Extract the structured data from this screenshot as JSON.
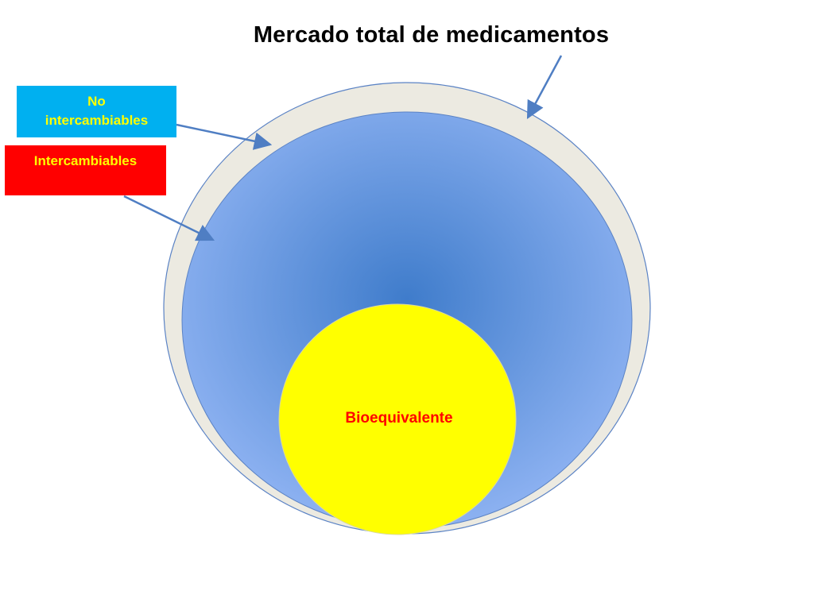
{
  "title": "Mercado total de medicamentos",
  "labels": {
    "no_intercambiables": {
      "line1": "No",
      "line2": "intercambiables"
    },
    "intercambiables": "Intercambiables",
    "bioequivalente": "Bioequivalente"
  },
  "colors": {
    "outer_fill": "#ECEAE1",
    "outer_stroke": "#5B83C5",
    "middle_center": "#3F7CCB",
    "middle_edge": "#8CB1F1",
    "inner_fill": "#FFFF00",
    "no_box_fill": "#00B0F0",
    "no_box_text": "#FFFF00",
    "inter_box_fill": "#FF0000",
    "inter_box_text": "#FFFF00",
    "bio_text": "#FF0000",
    "arrow": "#4F7EC3"
  }
}
